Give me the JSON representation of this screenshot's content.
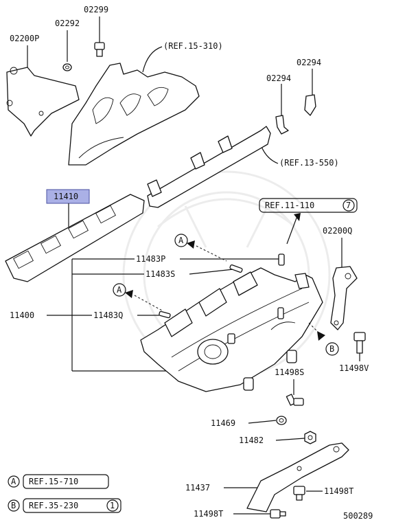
{
  "parts": {
    "p02299": "02299",
    "p02292": "02292",
    "p02200P": "02200P",
    "ref15_310": "(REF.15-310)",
    "p02294a": "02294",
    "p02294b": "02294",
    "ref13_550": "(REF.13-550)",
    "p11410": "11410",
    "ref11_110": "REF.11-110",
    "ref11_110_num": "7",
    "p02200Q": "02200Q",
    "circleA1": "A",
    "p11483P": "11483P",
    "p11483S": "11483S",
    "circleA2": "A",
    "p11400": "11400",
    "p11483Q": "11483Q",
    "circleB1": "B",
    "p11498V": "11498V",
    "p11498S": "11498S",
    "p11469": "11469",
    "p11482": "11482",
    "p11437": "11437",
    "p11498T_right": "11498T",
    "p11498T_bottom": "11498T",
    "diagram_id": "500289"
  },
  "legend": {
    "a_letter": "A",
    "a_ref": "REF.15-710",
    "b_letter": "B",
    "b_ref": "REF.35-230",
    "b_num": "1"
  },
  "highlight_color": "#aab0e6"
}
